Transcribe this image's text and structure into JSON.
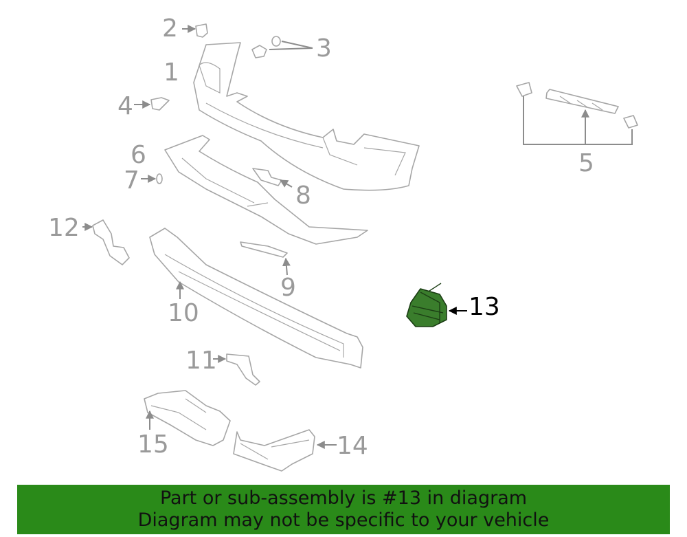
{
  "diagram": {
    "highlight_color": "#2a8a19",
    "callouts": [
      {
        "id": "1",
        "label": "1"
      },
      {
        "id": "2",
        "label": "2"
      },
      {
        "id": "3",
        "label": "3"
      },
      {
        "id": "4",
        "label": "4"
      },
      {
        "id": "5",
        "label": "5"
      },
      {
        "id": "6",
        "label": "6"
      },
      {
        "id": "7",
        "label": "7"
      },
      {
        "id": "8",
        "label": "8"
      },
      {
        "id": "9",
        "label": "9"
      },
      {
        "id": "10",
        "label": "10"
      },
      {
        "id": "11",
        "label": "11"
      },
      {
        "id": "12",
        "label": "12"
      },
      {
        "id": "13",
        "label": "13",
        "highlighted": true
      },
      {
        "id": "14",
        "label": "14"
      },
      {
        "id": "15",
        "label": "15"
      }
    ]
  },
  "banner": {
    "line1": "Part or sub-assembly is #13 in diagram",
    "line2": "Diagram may not be specific to your vehicle",
    "color": "#2a8a19"
  }
}
